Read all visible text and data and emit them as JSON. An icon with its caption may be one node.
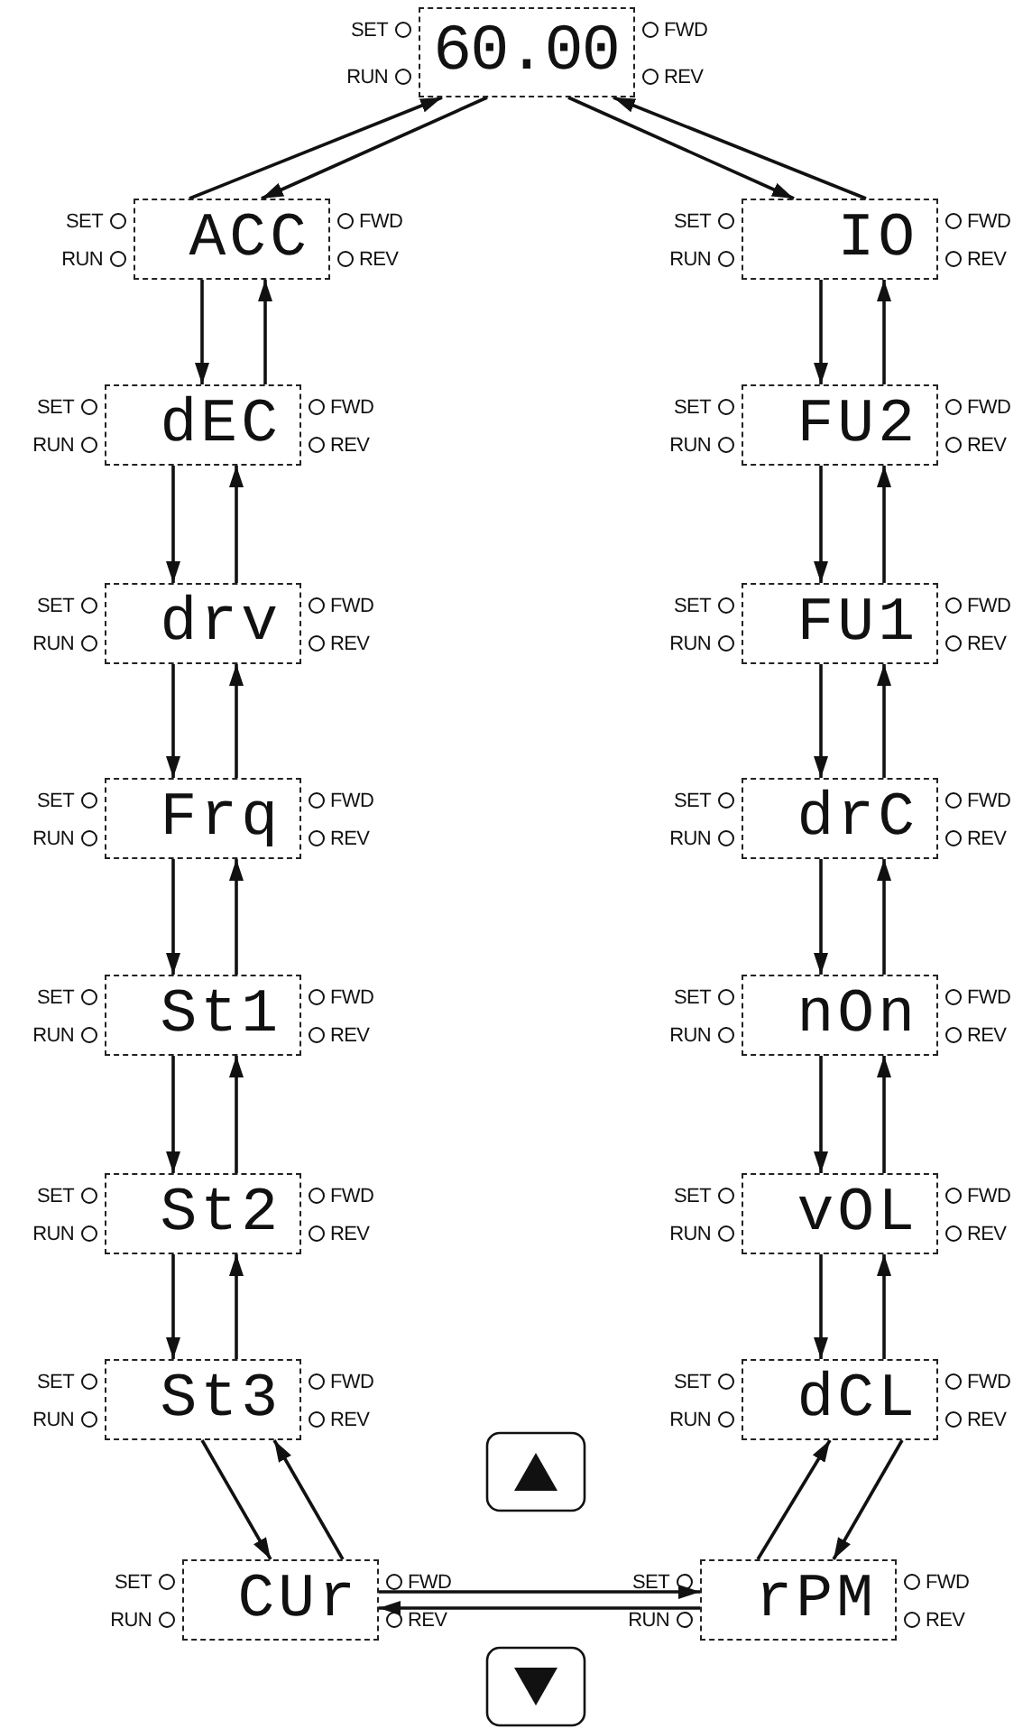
{
  "diagram": {
    "nodes": [
      {
        "text": [
          "60.00"
        ],
        "beside": [
          "SET",
          "RUN",
          "FWD",
          "REV"
        ]
      },
      {
        "text": [
          "ACC"
        ],
        "beside": [
          "SET",
          "RUN",
          "FWD",
          "REV"
        ]
      },
      {
        "text": [
          "dEC"
        ],
        "beside": [
          "SET",
          "RUN",
          "FWD",
          "REV"
        ]
      },
      {
        "text": [
          "drv"
        ],
        "beside": [
          "SET",
          "RUN",
          "FWD",
          "REV"
        ]
      },
      {
        "text": [
          "Frq"
        ],
        "beside": [
          "SET",
          "RUN",
          "FWD",
          "REV"
        ]
      },
      {
        "text": [
          "St1"
        ],
        "beside": [
          "SET",
          "RUN",
          "FWD",
          "REV"
        ]
      },
      {
        "text": [
          "St2"
        ],
        "beside": [
          "SET",
          "RUN",
          "FWD",
          "REV"
        ]
      },
      {
        "text": [
          "St3"
        ],
        "beside": [
          "SET",
          "RUN",
          "FWD",
          "REV"
        ]
      },
      {
        "text": [
          "CUr"
        ],
        "beside": [
          "SET",
          "RUN",
          "FWD",
          "REV"
        ]
      },
      {
        "text": [
          "rPM"
        ],
        "beside": [
          "SET",
          "RUN",
          "FWD",
          "REV"
        ]
      },
      {
        "text": [
          "IO"
        ],
        "beside": [
          "SET",
          "RUN",
          "FWD",
          "REV"
        ]
      },
      {
        "text": [
          "FU2"
        ],
        "beside": [
          "SET",
          "RUN",
          "FWD",
          "REV"
        ]
      },
      {
        "text": [
          "FU1"
        ],
        "beside": [
          "SET",
          "RUN",
          "FWD",
          "REV"
        ]
      },
      {
        "text": [
          "drC"
        ],
        "beside": [
          "SET",
          "RUN",
          "FWD",
          "REV"
        ]
      },
      {
        "text": [
          "nOn"
        ],
        "beside": [
          "SET",
          "RUN",
          "FWD",
          "REV"
        ]
      },
      {
        "text": [
          "vOL"
        ],
        "beside": [
          "SET",
          "RUN",
          "FWD",
          "REV"
        ]
      },
      {
        "text": [
          "dCL"
        ],
        "beside": [
          "SET",
          "RUN",
          "FWD",
          "REV"
        ]
      }
    ],
    "edges": [
      {
        "from": 0,
        "to": 1,
        "arrow": "to"
      },
      {
        "from": 1,
        "to": 0,
        "arrow": "to"
      },
      {
        "from": 1,
        "to": 2,
        "arrow": "to"
      },
      {
        "from": 2,
        "to": 1,
        "arrow": "to"
      },
      {
        "from": 2,
        "to": 3,
        "arrow": "to"
      },
      {
        "from": 3,
        "to": 2,
        "arrow": "to"
      },
      {
        "from": 3,
        "to": 4,
        "arrow": "to"
      },
      {
        "from": 4,
        "to": 3,
        "arrow": "to"
      },
      {
        "from": 4,
        "to": 5,
        "arrow": "to"
      },
      {
        "from": 5,
        "to": 4,
        "arrow": "to"
      },
      {
        "from": 5,
        "to": 6,
        "arrow": "to"
      },
      {
        "from": 6,
        "to": 5,
        "arrow": "to"
      },
      {
        "from": 6,
        "to": 7,
        "arrow": "to"
      },
      {
        "from": 7,
        "to": 6,
        "arrow": "to"
      },
      {
        "from": 7,
        "to": 8,
        "arrow": "to"
      },
      {
        "from": 8,
        "to": 7,
        "arrow": "to"
      },
      {
        "from": 8,
        "to": 9,
        "arrow": "to"
      },
      {
        "from": 9,
        "to": 8,
        "arrow": "to"
      },
      {
        "from": 9,
        "to": 16,
        "arrow": "to"
      },
      {
        "from": 16,
        "to": 9,
        "arrow": "to"
      },
      {
        "from": 0,
        "to": 10,
        "arrow": "to"
      },
      {
        "from": 10,
        "to": 0,
        "arrow": "to"
      },
      {
        "from": 10,
        "to": 11,
        "arrow": "to"
      },
      {
        "from": 11,
        "to": 10,
        "arrow": "to"
      },
      {
        "from": 11,
        "to": 12,
        "arrow": "to"
      },
      {
        "from": 12,
        "to": 11,
        "arrow": "to"
      },
      {
        "from": 12,
        "to": 13,
        "arrow": "to"
      },
      {
        "from": 13,
        "to": 12,
        "arrow": "to"
      },
      {
        "from": 13,
        "to": 14,
        "arrow": "to"
      },
      {
        "from": 14,
        "to": 13,
        "arrow": "to"
      },
      {
        "from": 14,
        "to": 15,
        "arrow": "to"
      },
      {
        "from": 15,
        "to": 14,
        "arrow": "to"
      },
      {
        "from": 15,
        "to": 16,
        "arrow": "to"
      },
      {
        "from": 16,
        "to": 15,
        "arrow": "to"
      }
    ]
  }
}
